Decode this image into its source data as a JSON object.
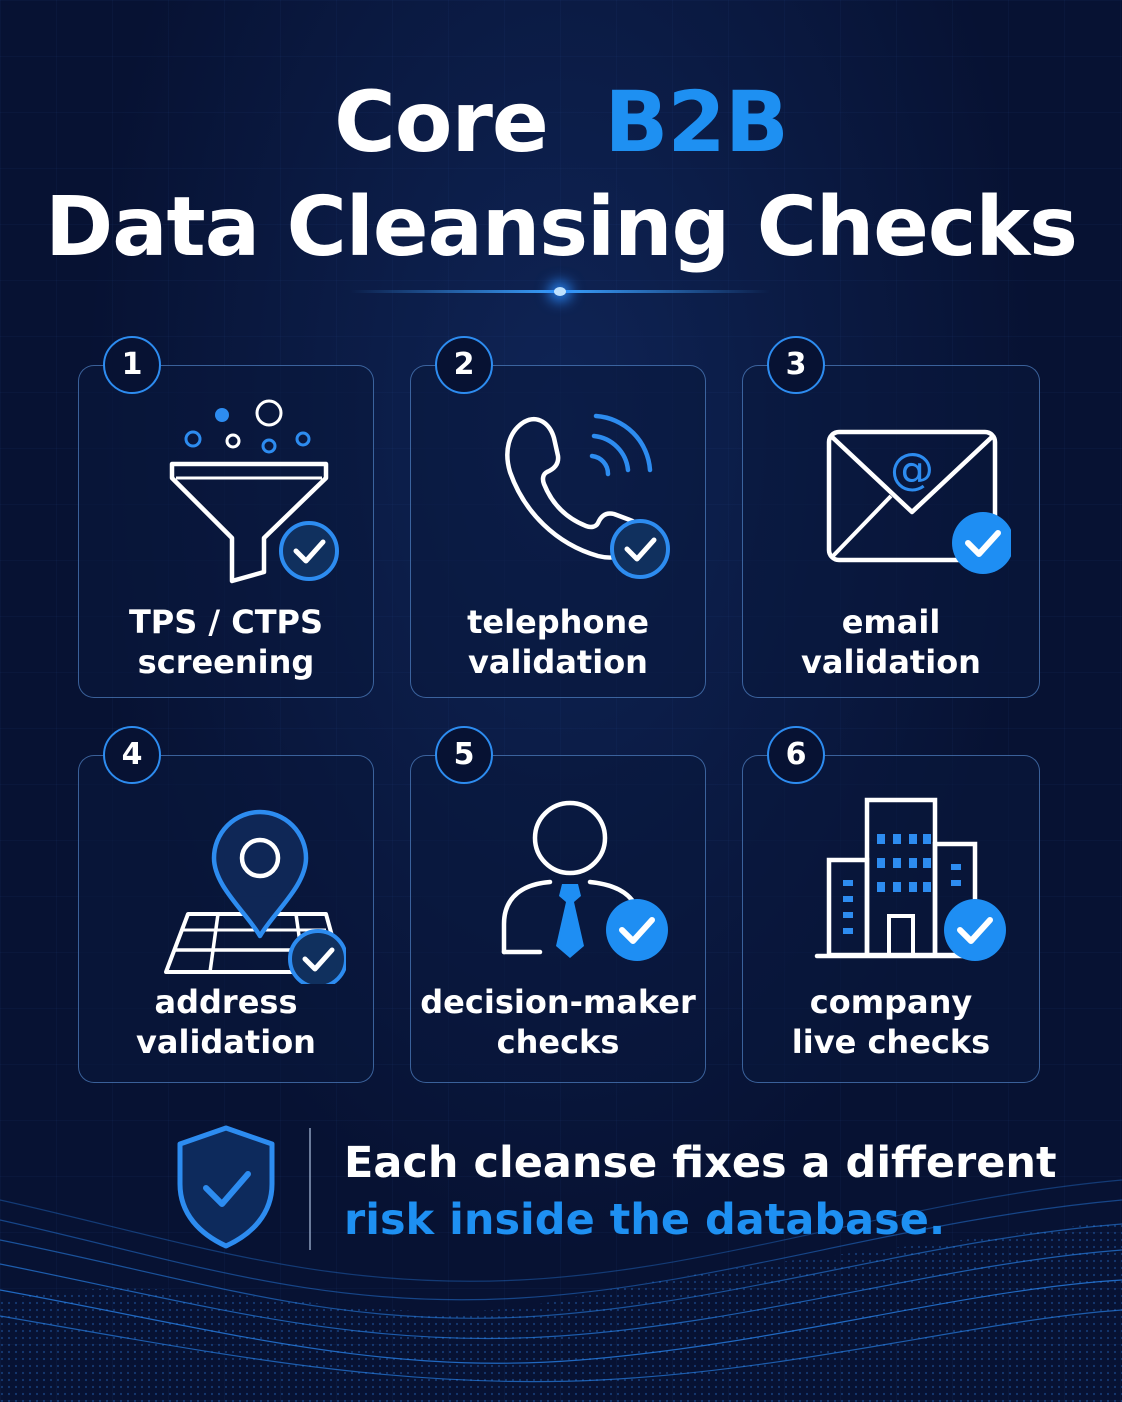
{
  "title": {
    "line1_word1": "Core",
    "line1_word2": "B2B",
    "line2": "Data Cleansing Checks"
  },
  "cards": [
    {
      "number": "1",
      "icon": "funnel-icon",
      "label_line1": "TPS / CTPS",
      "label_line2": "screening"
    },
    {
      "number": "2",
      "icon": "telephone-icon",
      "label_line1": "telephone",
      "label_line2": "validation"
    },
    {
      "number": "3",
      "icon": "envelope-icon",
      "label_line1": "email",
      "label_line2": "validation"
    },
    {
      "number": "4",
      "icon": "map-pin-icon",
      "label_line1": "address",
      "label_line2": "validation"
    },
    {
      "number": "5",
      "icon": "person-tie-icon",
      "label_line1": "decision-maker",
      "label_line2": "checks"
    },
    {
      "number": "6",
      "icon": "office-building-icon",
      "label_line1": "company",
      "label_line2": "live checks"
    }
  ],
  "footer": {
    "icon": "shield-check-icon",
    "line1": "Each cleanse fixes a different",
    "line2": "risk inside the database."
  },
  "colors": {
    "background": "#071233",
    "accent": "#1e90f2",
    "card_border": "#5c9aeb",
    "text": "#ffffff"
  }
}
